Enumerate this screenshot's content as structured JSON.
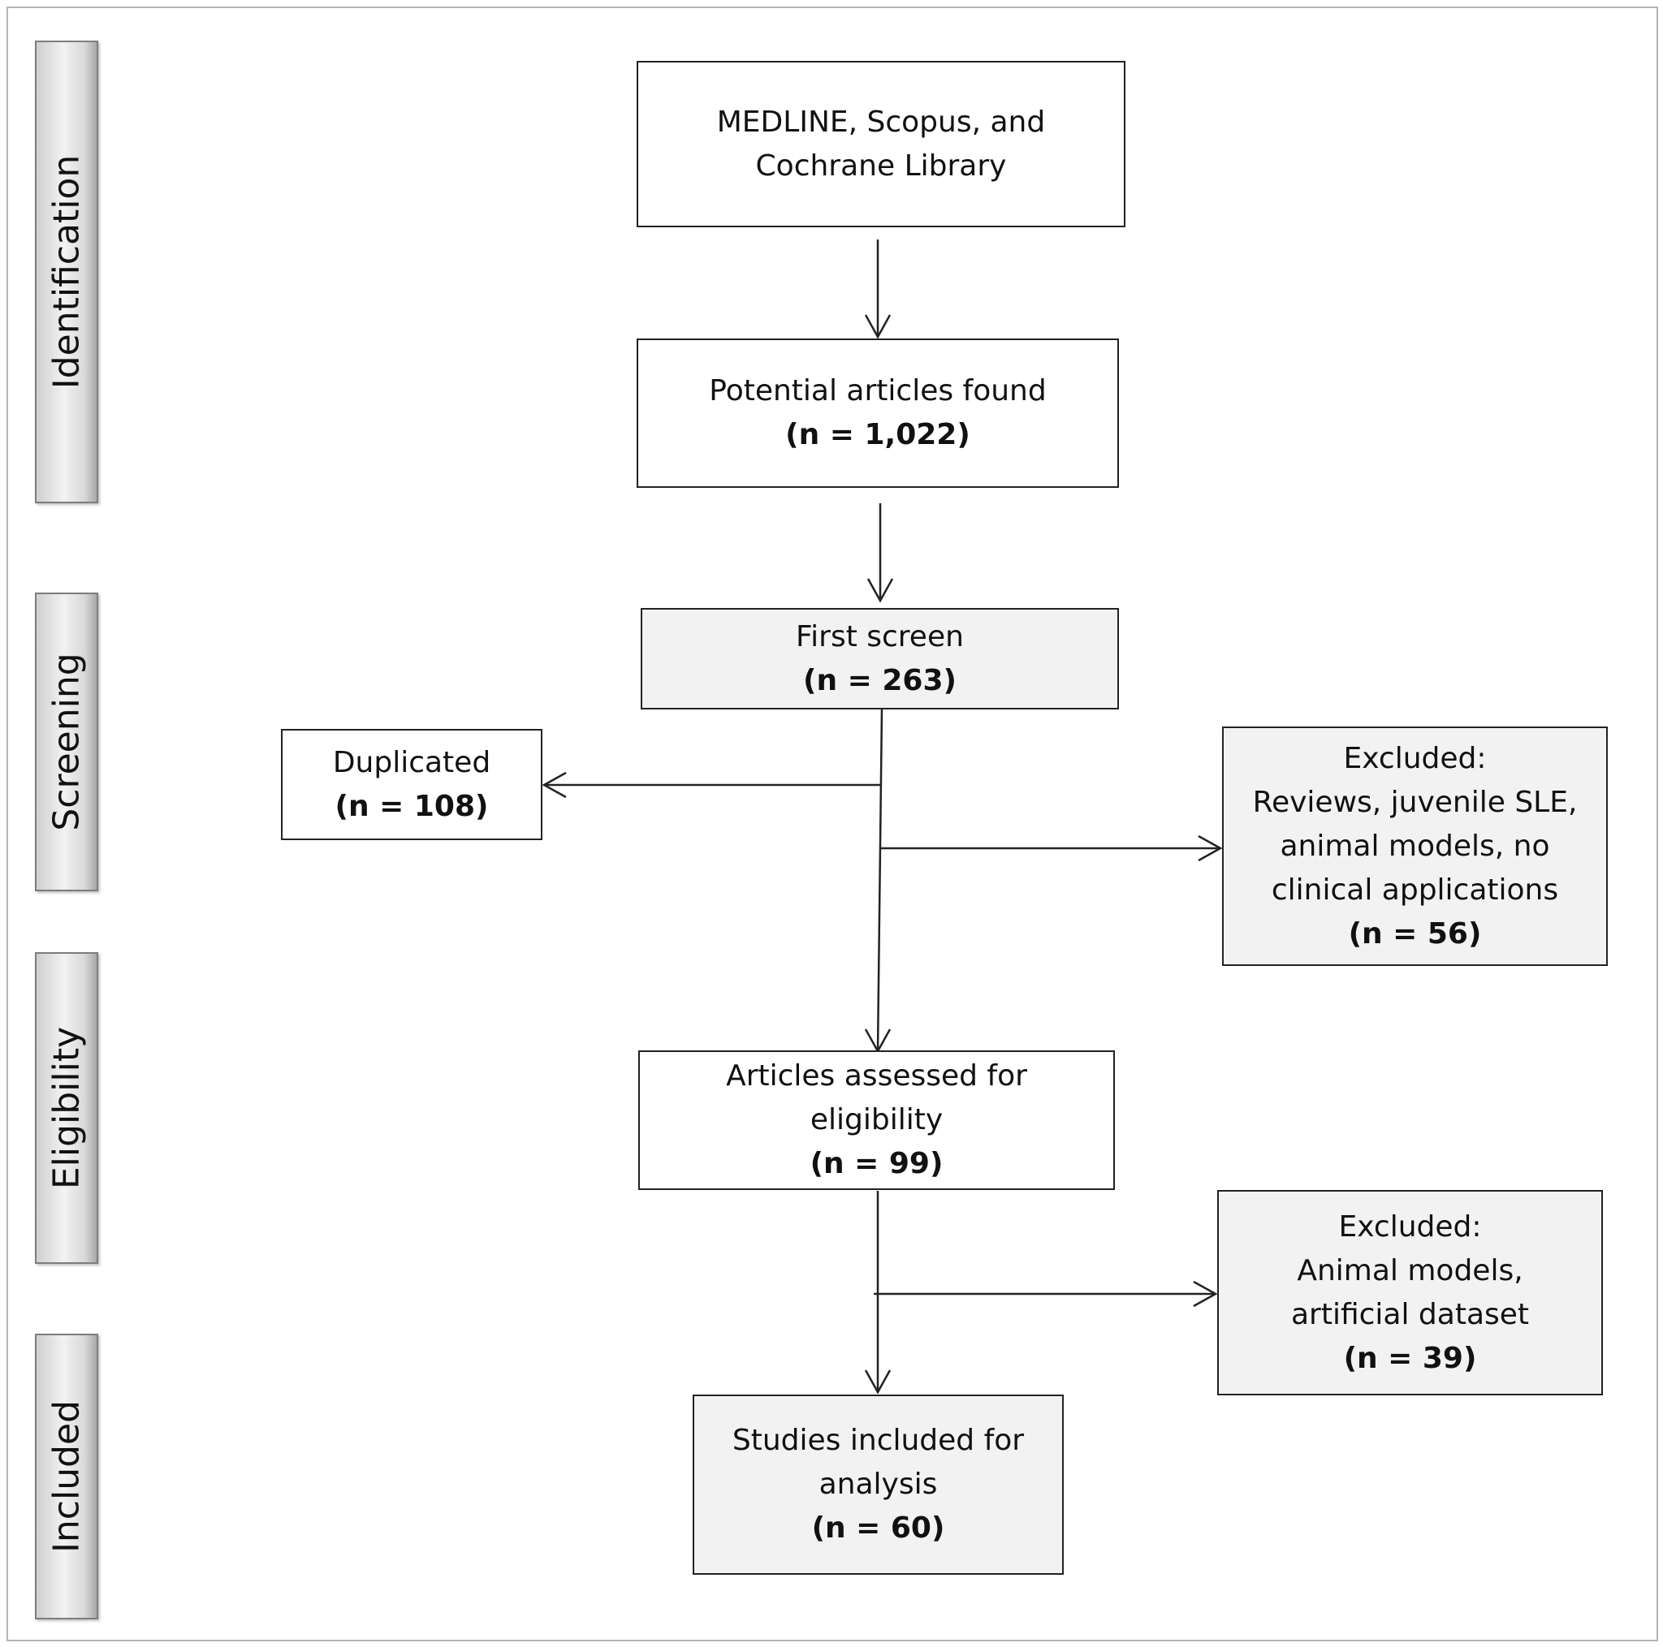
{
  "stages": {
    "identification": "Identification",
    "screening": "Screening",
    "eligibility": "Eligibility",
    "included": "Included"
  },
  "boxes": {
    "sources": {
      "line1": "MEDLINE, Scopus, and",
      "line2": "Cochrane Library"
    },
    "potential": {
      "label": "Potential articles found",
      "count": "(n = 1,022)"
    },
    "first_screen": {
      "label": "First screen",
      "count": "(n = 263)"
    },
    "duplicated": {
      "label": "Duplicated",
      "count": "(n = 108)"
    },
    "excluded_screen": {
      "line1": "Excluded:",
      "line2": "Reviews, juvenile SLE,",
      "line3": "animal models, no",
      "line4": "clinical applications",
      "count": "(n = 56)"
    },
    "eligibility": {
      "line1": "Articles assessed for",
      "line2": "eligibility",
      "count": "(n = 99)"
    },
    "excluded_eligibility": {
      "line1": "Excluded:",
      "line2": "Animal models,",
      "line3": "artificial dataset",
      "count": "(n = 39)"
    },
    "included": {
      "line1": "Studies included for",
      "line2": "analysis",
      "count": "(n = 60)"
    }
  },
  "colors": {
    "border": "#222222",
    "shaded_fill": "#f2f2f2",
    "arrow": "#222222"
  }
}
